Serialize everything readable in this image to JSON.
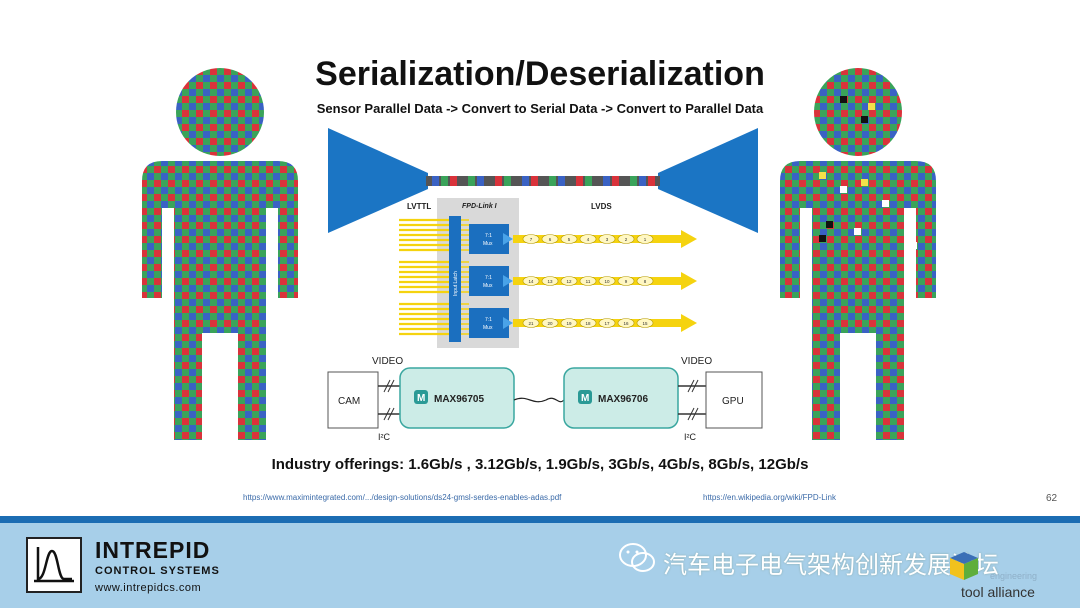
{
  "title": "Serialization/Deserialization",
  "subtitle": "Sensor Parallel Data  -> Convert to Serial Data -> Convert to Parallel Data",
  "diagram": {
    "lvttl_label": "LVTTL",
    "fpd_label": "FPD-Link I",
    "lvds_label": "LVDS",
    "input_latch_label": "Input Latch",
    "mux_label": "7:1 Mux",
    "lane1": [
      "7",
      "6",
      "5",
      "4",
      "3",
      "2",
      "1"
    ],
    "lane2": [
      "14",
      "13",
      "12",
      "11",
      "10",
      "9",
      "8"
    ],
    "lane3": [
      "21",
      "20",
      "19",
      "18",
      "17",
      "16",
      "15"
    ]
  },
  "block": {
    "video_left": "VIDEO",
    "video_right": "VIDEO",
    "cam": "CAM",
    "gpu": "GPU",
    "serializer": "MAX96705",
    "deserializer": "MAX96706",
    "i2c_left": "I²C",
    "i2c_right": "I²C",
    "chip_logo": "M"
  },
  "offerings": "Industry offerings:  1.6Gb/s , 3.12Gb/s, 1.9Gb/s, 3Gb/s, 4Gb/s, 8Gb/s, 12Gb/s",
  "references": {
    "maxim": "https://www.maximintegrated.com/.../design-solutions/ds24-gmsl-serdes-enables-adas.pdf",
    "wiki": "https://en.wikipedia.org/wiki/FPD-Link"
  },
  "page_number": "62",
  "footer": {
    "company_name": "INTREPID",
    "company_sub": "CONTROL SYSTEMS",
    "company_url": "www.intrepidcs.com",
    "watermark": "汽车电子电气架构创新发展论坛",
    "tool_alliance": "tool alliance",
    "engineering": "engineering"
  },
  "colors": {
    "pixel_red": "#d9333b",
    "pixel_green": "#3aa35a",
    "pixel_blue": "#3a62c4",
    "funnel_blue": "#1b75c4",
    "arrow_yellow": "#f5d30f",
    "footer_bg": "#a7cfe9",
    "footer_line": "#1c6db3"
  }
}
